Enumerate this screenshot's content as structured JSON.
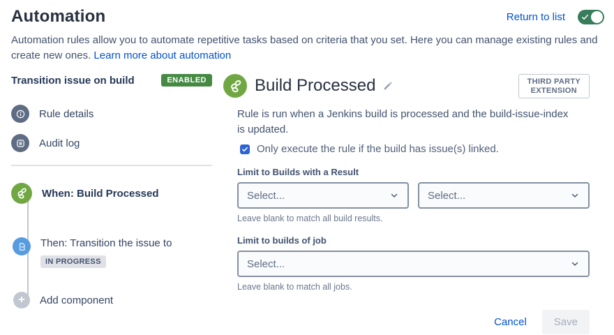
{
  "page": {
    "title": "Automation"
  },
  "header": {
    "return_link_label": "Return to list",
    "toggle_on": true
  },
  "intro": {
    "text": "Automation rules allow you to automate repetitive tasks based on criteria that you set. Here you can manage existing rules and create new ones.",
    "link_label": "Learn more about automation"
  },
  "sidebar": {
    "rule_name": "Transition issue on build",
    "status_badge": "ENABLED",
    "nav_items": [
      {
        "label": "Rule details",
        "icon": "info-icon"
      },
      {
        "label": "Audit log",
        "icon": "audit-log-icon"
      }
    ],
    "components": {
      "when": {
        "label": "When: Build Processed",
        "icon": "build-chain-icon"
      },
      "then": {
        "label": "Then: Transition the issue to",
        "icon": "transition-document-icon",
        "status_badge": "IN PROGRESS"
      },
      "add_label": "Add component"
    }
  },
  "main": {
    "title": "Build Processed",
    "extension_badge": {
      "line1": "THIRD PARTY",
      "line2": "EXTENSION"
    },
    "description": "Rule is run when a Jenkins build is processed and the build-issue-index is updated.",
    "checkbox": {
      "checked": true,
      "label": "Only execute the rule if the build has issue(s) linked."
    },
    "result_field": {
      "label": "Limit to Builds with a Result",
      "select_a_value": "Select...",
      "select_b_value": "Select...",
      "helper": "Leave blank to match all build results."
    },
    "job_field": {
      "label": "Limit to builds of job",
      "select_value": "Select...",
      "helper": "Leave blank to match all jobs."
    },
    "footer": {
      "cancel_label": "Cancel",
      "save_label": "Save"
    }
  },
  "colors": {
    "link_blue": "#0052CC",
    "enabled_green": "#458A43",
    "toggle_green": "#377D5C",
    "nav_icon_slate": "#5E6C84",
    "when_icon_green": "#71A743",
    "then_icon_blue": "#579BE0",
    "checkbox_blue": "#2E64D3",
    "status_badge_grey": "#DFE1E6",
    "select_border_grey": "#8590A2",
    "select_bg": "#FAFBFC",
    "helper_grey": "#6B778C"
  }
}
